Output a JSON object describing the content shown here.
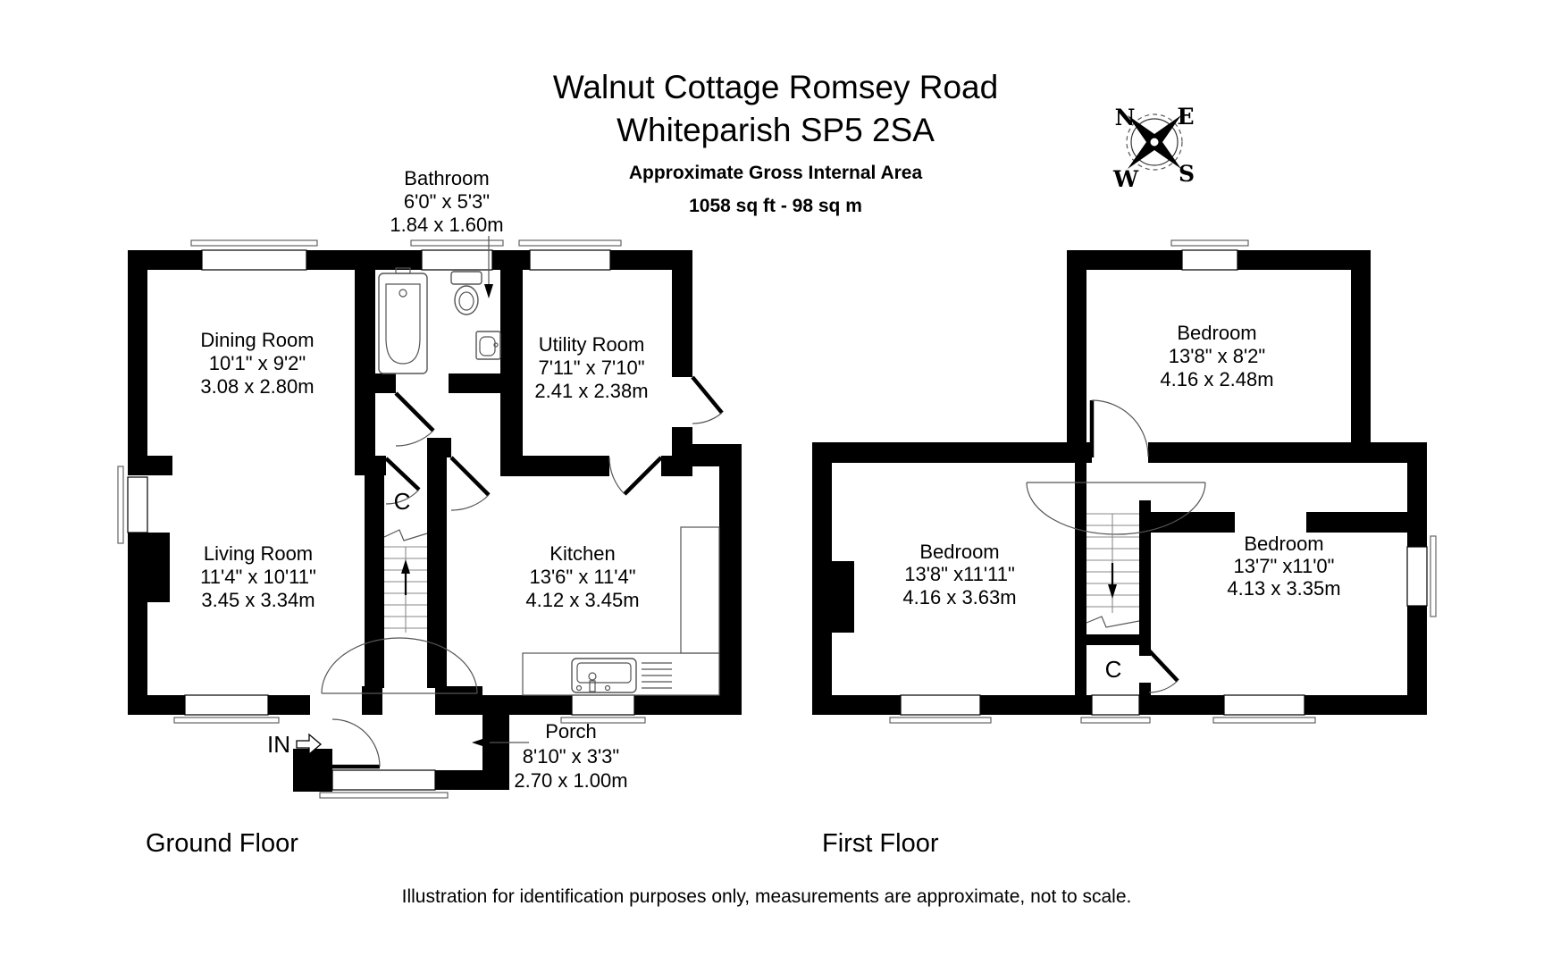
{
  "title": {
    "line1": "Walnut Cottage Romsey Road",
    "line2": "Whiteparish SP5 2SA",
    "subtitle": "Approximate Gross Internal Area",
    "area": "1058 sq ft - 98 sq m"
  },
  "compass": {
    "north": "N",
    "east": "E",
    "south": "S",
    "west": "W"
  },
  "ground_floor": {
    "label": "Ground Floor",
    "entrance_label": "IN",
    "cupboard_label": "C",
    "rooms": {
      "dining_room": {
        "name": "Dining Room",
        "imperial": "10'1\" x 9'2\"",
        "metric": "3.08 x 2.80m"
      },
      "bathroom": {
        "name": "Bathroom",
        "imperial": "6'0\" x 5'3\"",
        "metric": "1.84 x 1.60m"
      },
      "utility_room": {
        "name": "Utility Room",
        "imperial": "7'11\" x 7'10\"",
        "metric": "2.41 x 2.38m"
      },
      "living_room": {
        "name": "Living Room",
        "imperial": "11'4\" x 10'11\"",
        "metric": "3.45 x 3.34m"
      },
      "kitchen": {
        "name": "Kitchen",
        "imperial": "13'6\" x 11'4\"",
        "metric": "4.12 x 3.45m"
      },
      "porch": {
        "name": "Porch",
        "imperial": "8'10\" x 3'3\"",
        "metric": "2.70 x 1.00m"
      }
    }
  },
  "first_floor": {
    "label": "First Floor",
    "cupboard_label": "C",
    "rooms": {
      "bedroom_top": {
        "name": "Bedroom",
        "imperial": "13'8\" x 8'2\"",
        "metric": "4.16 x 2.48m"
      },
      "bedroom_left": {
        "name": "Bedroom",
        "imperial": "13'8\" x11'11\"",
        "metric": "4.16 x 3.63m"
      },
      "bedroom_right": {
        "name": "Bedroom",
        "imperial": "13'7\" x11'0\"",
        "metric": "4.13 x 3.35m"
      }
    }
  },
  "footer": {
    "disclaimer": "Illustration for identification purposes only, measurements are approximate, not to scale."
  },
  "colors": {
    "wall": "#000000",
    "background": "#ffffff",
    "fixture": "#555555"
  }
}
